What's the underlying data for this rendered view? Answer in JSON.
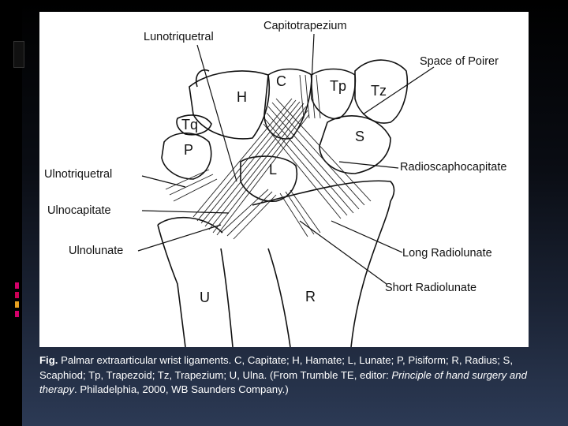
{
  "colors": {
    "accent": "#d4006a",
    "accent2": "#e8a020",
    "accent3": "#cc0055",
    "background": "#000000"
  },
  "labels": {
    "lunotriquetral": "Lunotriquetral",
    "capitotrapezium": "Capitotrapezium",
    "space_of_poirer": "Space of Poirer",
    "ulnotriquetral": "Ulnotriquetral",
    "radioscaphocapitate": "Radioscaphocapitate",
    "ulnocapitate": "Ulnocapitate",
    "ulnolunate": "Ulnolunate",
    "long_radiolunate": "Long Radiolunate",
    "short_radiolunate": "Short Radiolunate"
  },
  "bones": {
    "c": "C",
    "h": "H",
    "tp": "Tp",
    "tz": "Tz",
    "tq": "Tq",
    "p": "P",
    "s": "S",
    "l": "L",
    "u": "U",
    "r": "R"
  },
  "caption": {
    "fig_label": "Fig.",
    "text1": " Palmar extraarticular wrist ligaments. C, Capitate; H, Hamate; L, Lunate; P, Pisiform; R, Radius; S, Scaphiod; Tp, Trapezoid; Tz, Trapezium; U, Ulna. (From Trumble TE, editor: ",
    "book": "Principle of hand surgery and therapy",
    "text2": ". Philadelphia, 2000, WB Saunders Company.)"
  }
}
